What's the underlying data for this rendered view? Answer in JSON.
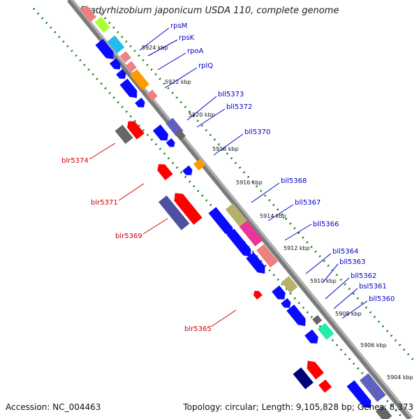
{
  "title": "Bradyrhizobium japonicum USDA 110, complete genome",
  "footer": {
    "accession": "Accession: NC_004463",
    "summary": "Topology: circular; Length: 9,105,828 bp; Genes: 8,373"
  },
  "kbp_labels": [
    "5924 kbp",
    "5922 kbp",
    "5920 kbp",
    "5918 kbp",
    "5916 kbp",
    "5914 kbp",
    "5912 kbp",
    "5910 kbp",
    "5908 kbp",
    "5906 kbp",
    "5904 kbp"
  ],
  "gene_labels_forward": [
    "rpsM",
    "rpsK",
    "rpoA",
    "rplQ",
    "bll5373",
    "bll5372",
    "bll5370",
    "bll5368",
    "bll5367",
    "bll5366",
    "bll5364",
    "bll5363",
    "bll5362",
    "bsl5361",
    "bll5360"
  ],
  "gene_labels_reverse": [
    "blr5374",
    "blr5371",
    "blr5369",
    "blr5365"
  ],
  "colors": {
    "forward_label": "#0000cc",
    "reverse_label": "#cc0000",
    "axis": "#808080",
    "dots": "#1a8a1a",
    "blue": "#0a0aff",
    "red": "#ff0000",
    "gray": "#666666",
    "orange": "#ff9900",
    "olive": "#b5b06a",
    "pink": "#ee3399",
    "salmon": "#ee8080",
    "navy": "#000077",
    "slateblue": "#5050a0",
    "teal": "#22eeaa",
    "cyan": "#22bbee",
    "lime": "#aaff33"
  }
}
